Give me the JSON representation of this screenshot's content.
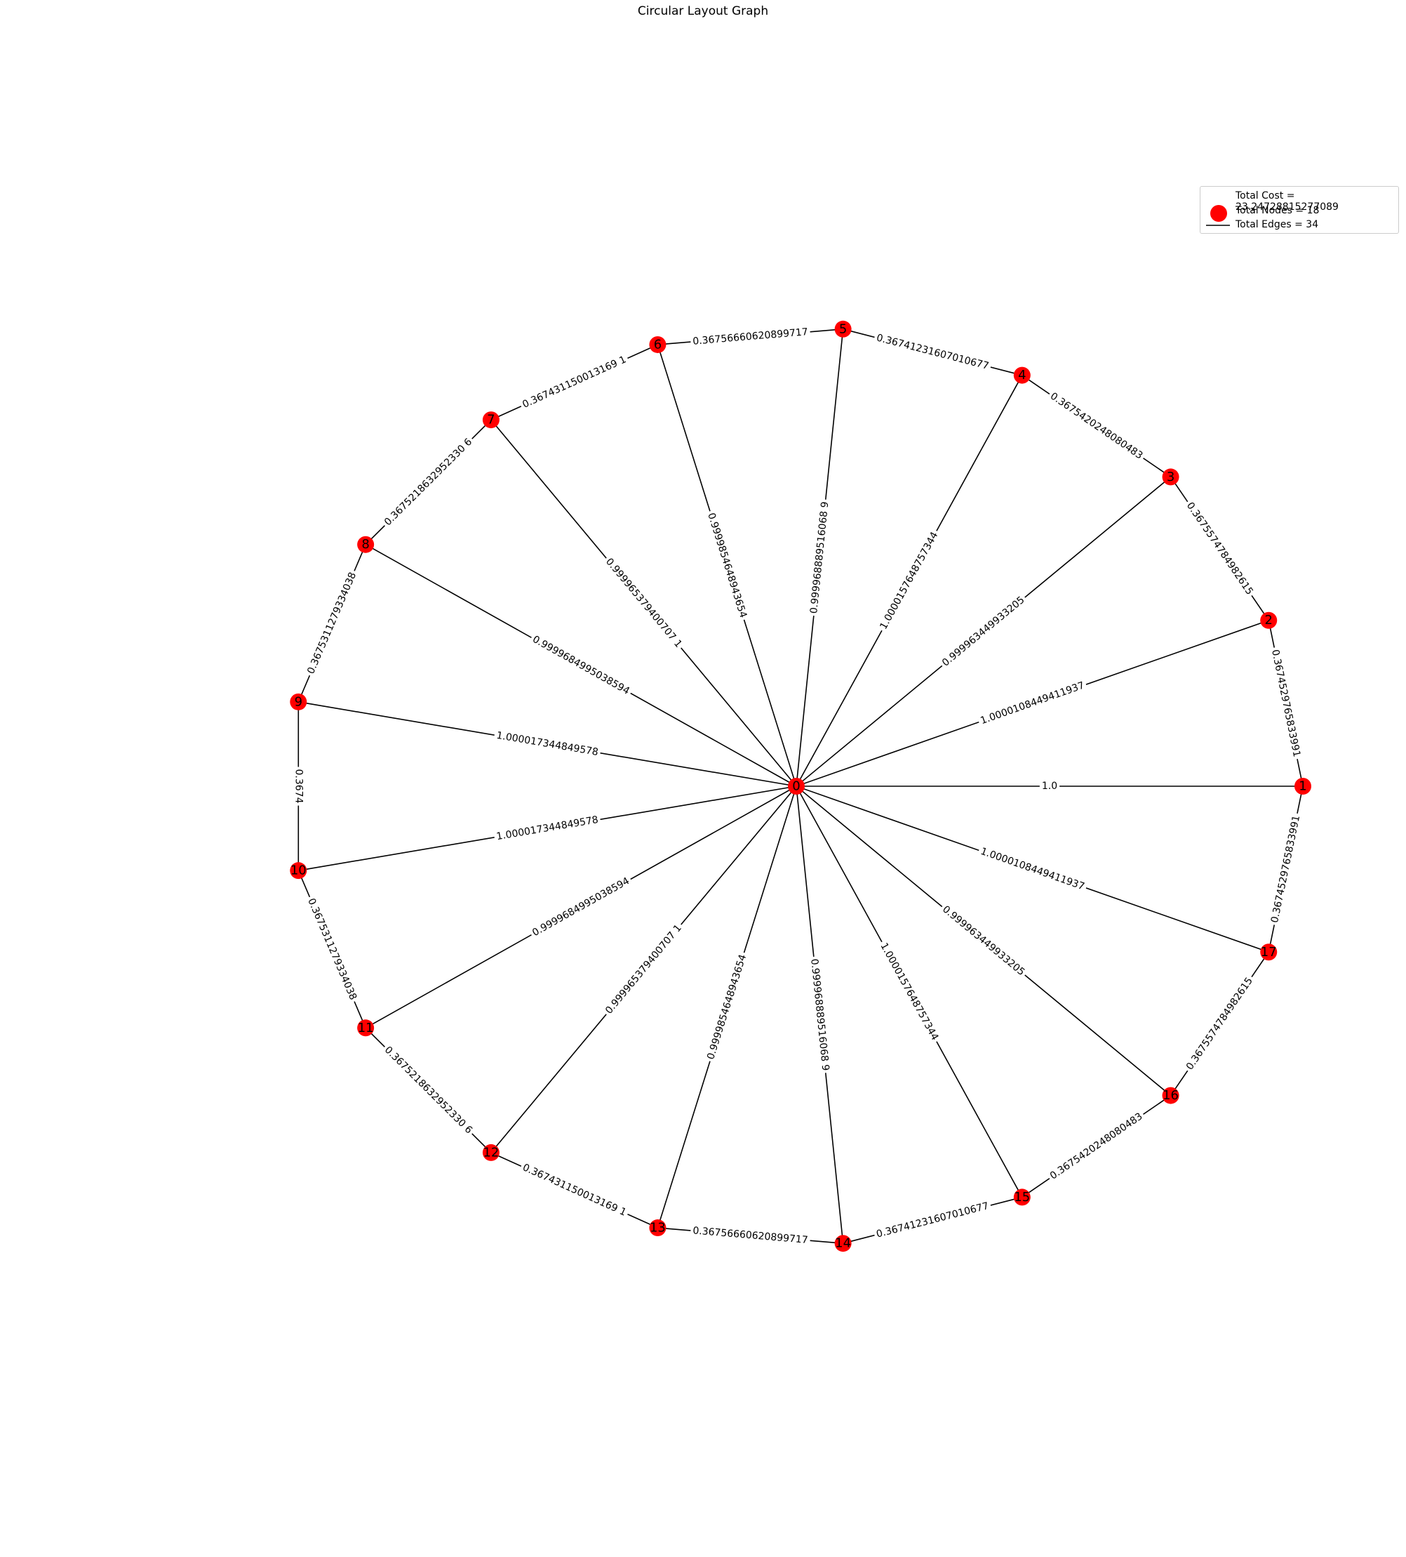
{
  "title": "Circular Layout Graph",
  "legend": {
    "cost": "Total Cost = 23.24728815277089",
    "nodes": "Total Nodes = 18",
    "edges": "Total Edges = 34"
  },
  "colors": {
    "node": "#ff0000",
    "edge": "#000000"
  },
  "graph": {
    "layout": "circular",
    "center_node": "0",
    "ring": [
      "1",
      "2",
      "3",
      "4",
      "5",
      "6",
      "7",
      "8",
      "9",
      "10",
      "11",
      "12",
      "13",
      "14",
      "15",
      "16",
      "17"
    ],
    "spokes": [
      {
        "to": "1",
        "label": "1.0"
      },
      {
        "to": "2",
        "label": "1.0000108449411937"
      },
      {
        "to": "3",
        "label": "0.999963449933205"
      },
      {
        "to": "4",
        "label": "1.0000157648757344"
      },
      {
        "to": "5",
        "label": "0.999968889516068 9"
      },
      {
        "to": "6",
        "label": "0.9999854648943654"
      },
      {
        "to": "7",
        "label": "0.999965379400707 1"
      },
      {
        "to": "8",
        "label": "0.9999684995038594"
      },
      {
        "to": "9",
        "label": "1.000017344849578"
      },
      {
        "to": "10",
        "label": "1.000017344849578"
      },
      {
        "to": "11",
        "label": "0.9999684995038594"
      },
      {
        "to": "12",
        "label": "0.999965379400707 1"
      },
      {
        "to": "13",
        "label": "0.9999854648943654"
      },
      {
        "to": "14",
        "label": "0.999968889516068 9"
      },
      {
        "to": "15",
        "label": "1.0000157648757344"
      },
      {
        "to": "16",
        "label": "0.999963449933205"
      },
      {
        "to": "17",
        "label": "1.0000108449411937"
      }
    ],
    "ring_edges": [
      {
        "a": "1",
        "b": "2",
        "label": "0.3674529765833991"
      },
      {
        "a": "2",
        "b": "3",
        "label": "0.3675574784982615"
      },
      {
        "a": "3",
        "b": "4",
        "label": "0.3675420248080483"
      },
      {
        "a": "4",
        "b": "5",
        "label": "0.36741231607010677"
      },
      {
        "a": "5",
        "b": "6",
        "label": "0.36756660620899717"
      },
      {
        "a": "6",
        "b": "7",
        "label": "0.367431150013169 1"
      },
      {
        "a": "7",
        "b": "8",
        "label": "0.3675218632952330 6"
      },
      {
        "a": "8",
        "b": "9",
        "label": "0.3675311279334038"
      },
      {
        "a": "9",
        "b": "10",
        "label": "0.3674"
      },
      {
        "a": "10",
        "b": "11",
        "label": "0.3675311279334038"
      },
      {
        "a": "11",
        "b": "12",
        "label": "0.3675218632952330 6"
      },
      {
        "a": "12",
        "b": "13",
        "label": "0.367431150013169 1"
      },
      {
        "a": "13",
        "b": "14",
        "label": "0.36756660620899717"
      },
      {
        "a": "14",
        "b": "15",
        "label": "0.36741231607010677"
      },
      {
        "a": "15",
        "b": "16",
        "label": "0.3675420248080483"
      },
      {
        "a": "16",
        "b": "17",
        "label": "0.3675574784982615"
      },
      {
        "a": "17",
        "b": "1",
        "label": "0.3674529765833991"
      }
    ]
  }
}
